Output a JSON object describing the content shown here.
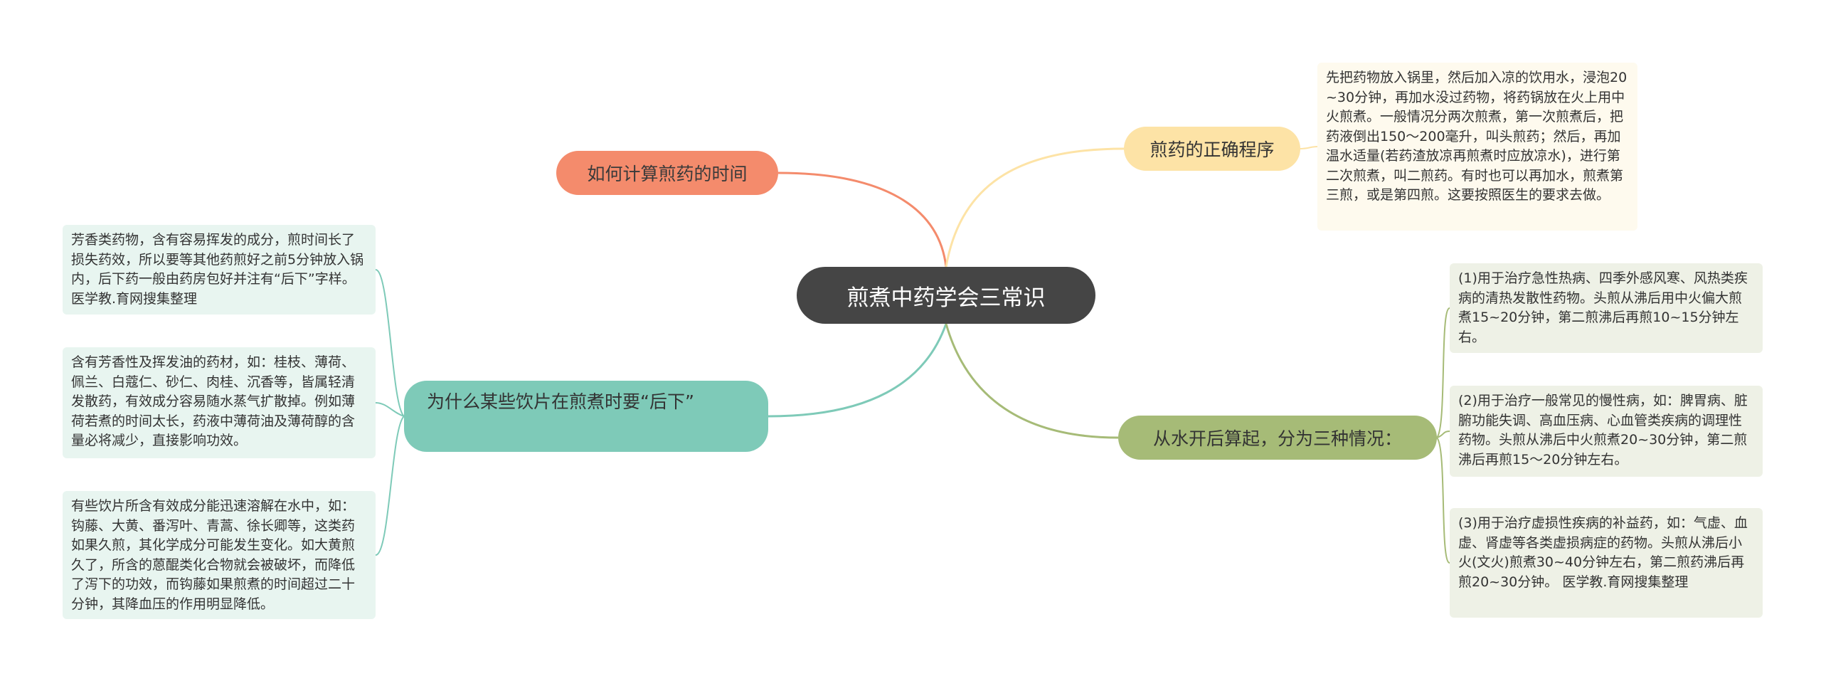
{
  "root": {
    "title": "煎煮中药学会三常识"
  },
  "topics": {
    "time": {
      "label": "如何计算煎药的时间"
    },
    "procedure": {
      "label": "煎药的正确程序",
      "detail": "先把药物放入锅里，然后加入凉的饮用水，浸泡20~30分钟，再加水没过药物，将药锅放在火上用中火煎煮。一般情况分两次煎煮，第一次煎煮后，把药液倒出150～200毫升，叫头煎药；然后，再加温水适量(若药渣放凉再煎煮时应放凉水)，进行第二次煎煮，叫二煎药。有时也可以再加水，煎煮第三煎，或是第四煎。这要按照医生的要求去做。"
    },
    "why": {
      "label": "为什么某些饮片在煎煮时要“后下”",
      "details": [
        "芳香类药物，含有容易挥发的成分，煎时间长了损失药效，所以要等其他药煎好之前5分钟放入锅内，后下药一般由药房包好并注有“后下”字样。医学教.育网搜集整理",
        "含有芳香性及挥发油的药材，如：桂枝、薄荷、佩兰、白蔻仁、砂仁、肉桂、沉香等，皆属轻清发散药，有效成分容易随水蒸气扩散掉。例如薄荷若煮的时间太长，药液中薄荷油及薄荷醇的含量必将减少，直接影响功效。",
        "有些饮片所含有效成分能迅速溶解在水中，如：钩藤、大黄、番泻叶、青蒿、徐长卿等，这类药如果久煎，其化学成分可能发生变化。如大黄煎久了，所含的蒽醌类化合物就会被破坏，而降低了泻下的功效，而钩藤如果煎煮的时间超过二十分钟，其降血压的作用明显降低。"
      ]
    },
    "three": {
      "label": "从水开后算起，分为三种情况：",
      "details": [
        "(1)用于治疗急性热病、四季外感风寒、风热类疾病的清热发散性药物。头煎从沸后用中火偏大煎煮15~20分钟，第二煎沸后再煎10~15分钟左右。",
        "(2)用于治疗一般常见的慢性病，如：脾胃病、脏腑功能失调、高血压病、心血管类疾病的调理性药物。头煎从沸后中火煎煮20~30分钟，第二煎沸后再煎15～20分钟左右。",
        "(3)用于治疗虚损性疾病的补益药，如：气虚、血虚、肾虚等各类虚损病症的药物。头煎从沸后小火(文火)煎煮30~40分钟左右，第二煎药沸后再煎20~30分钟。 医学教.育网搜集整理"
      ]
    }
  },
  "colors": {
    "root": "#454545",
    "time": "#f48b6c",
    "procedure": "#fde3a6",
    "why": "#7ecab8",
    "three": "#a6bb77"
  }
}
